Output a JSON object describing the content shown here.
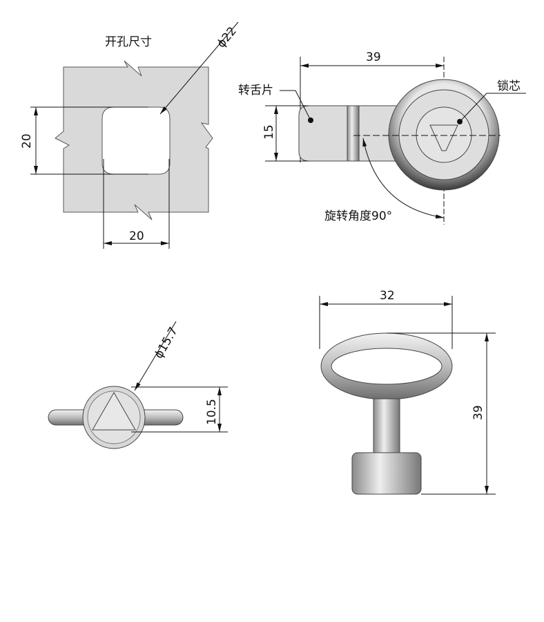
{
  "cutout_view": {
    "title": "开孔尺寸",
    "diameter_label": "ϕ22",
    "height_label": "20",
    "width_label": "20"
  },
  "side_view": {
    "length_label": "39",
    "tongue_label": "转舌片",
    "core_label": "锁芯",
    "tongue_width_label": "15",
    "rotation_label": "旋转角度90°"
  },
  "front_view": {
    "diameter_label": "ϕ15.7",
    "height_label": "10.5"
  },
  "key_view": {
    "width_label": "32",
    "height_label": "39"
  },
  "colors": {
    "fill": "#d9d9d9",
    "line": "#111111"
  }
}
